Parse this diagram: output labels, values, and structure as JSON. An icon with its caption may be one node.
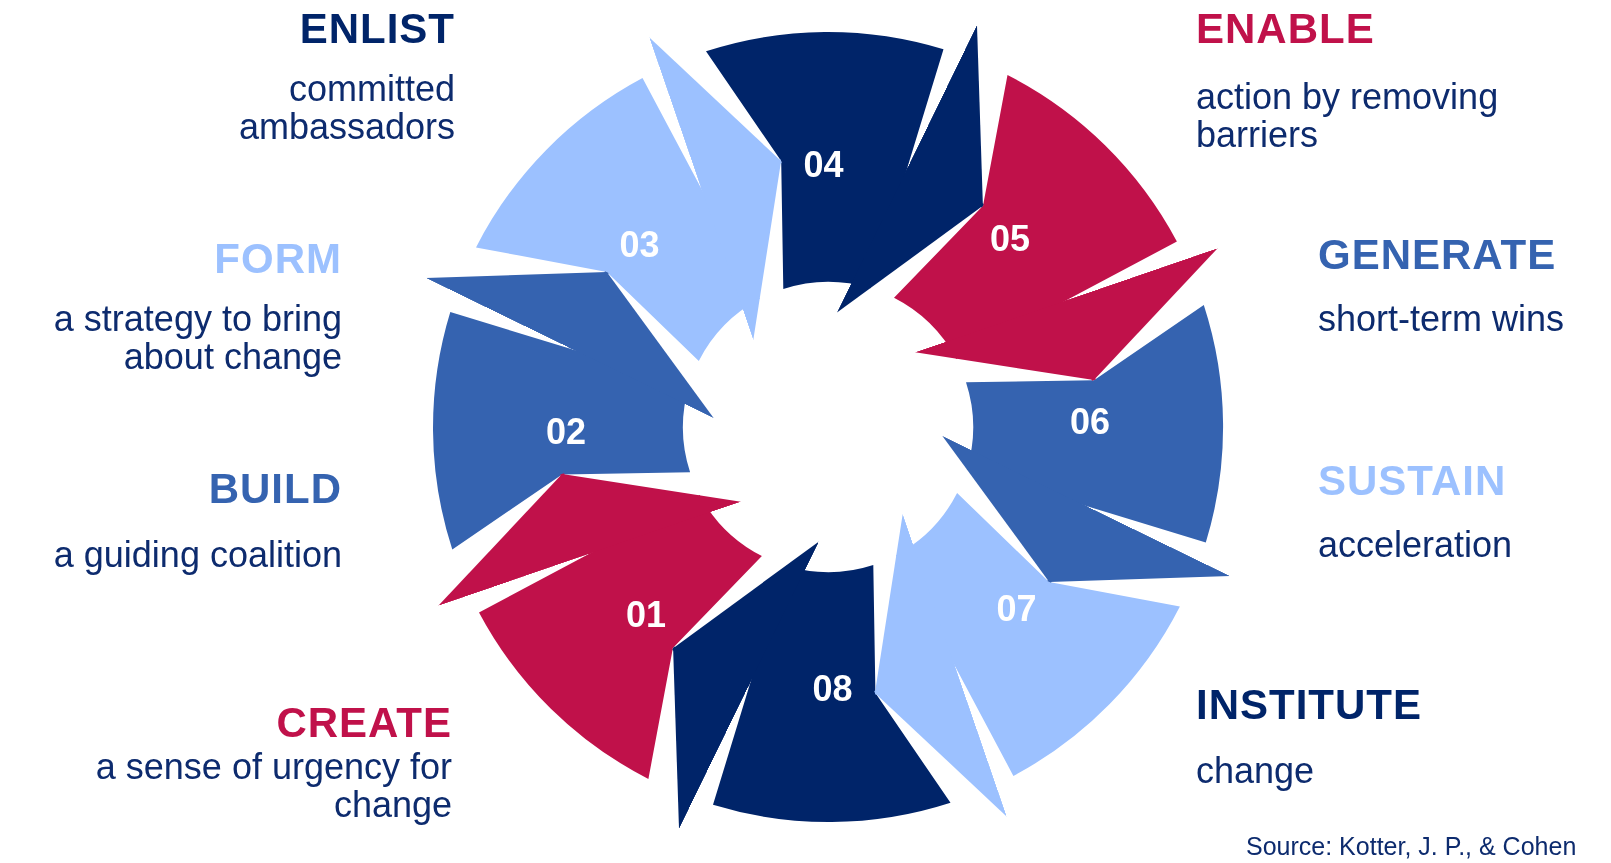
{
  "diagram": {
    "nodes": [
      {
        "text": [
          "01"
        ],
        "beside": [
          "CREATE",
          "a sense of urgency for change"
        ]
      },
      {
        "text": [
          "02"
        ],
        "beside": [
          "BUILD",
          "a guiding coalition"
        ]
      },
      {
        "text": [
          "03"
        ],
        "beside": [
          "FORM",
          "a strategy to bring about change"
        ]
      },
      {
        "text": [
          "04"
        ],
        "beside": [
          "ENLIST",
          "committed ambassadors"
        ]
      },
      {
        "text": [
          "05"
        ],
        "beside": [
          "ENABLE",
          "action by removing barriers"
        ]
      },
      {
        "text": [
          "06"
        ],
        "beside": [
          "GENERATE",
          "short-term wins"
        ]
      },
      {
        "text": [
          "07"
        ],
        "beside": [
          "SUSTAIN",
          "acceleration"
        ]
      },
      {
        "text": [
          "08"
        ],
        "beside": [
          "INSTITUTE",
          "change"
        ]
      }
    ],
    "edges": [
      {
        "from": 0,
        "to": 1,
        "arrow": "to",
        "color": "#c0114a"
      },
      {
        "from": 1,
        "to": 2,
        "arrow": "to",
        "color": "#3563b0"
      },
      {
        "from": 2,
        "to": 3,
        "arrow": "to",
        "color": "#9cc1ff"
      },
      {
        "from": 3,
        "to": 4,
        "arrow": "to",
        "color": "#002469"
      },
      {
        "from": 4,
        "to": 5,
        "arrow": "to",
        "color": "#c0114a"
      },
      {
        "from": 5,
        "to": 6,
        "arrow": "to",
        "color": "#3563b0"
      },
      {
        "from": 6,
        "to": 7,
        "arrow": "to",
        "color": "#9cc1ff"
      },
      {
        "from": 7,
        "to": 0,
        "arrow": "to",
        "color": "#002469"
      }
    ],
    "labels": [
      "Source: Kotter, J. P., & Cohen"
    ]
  }
}
